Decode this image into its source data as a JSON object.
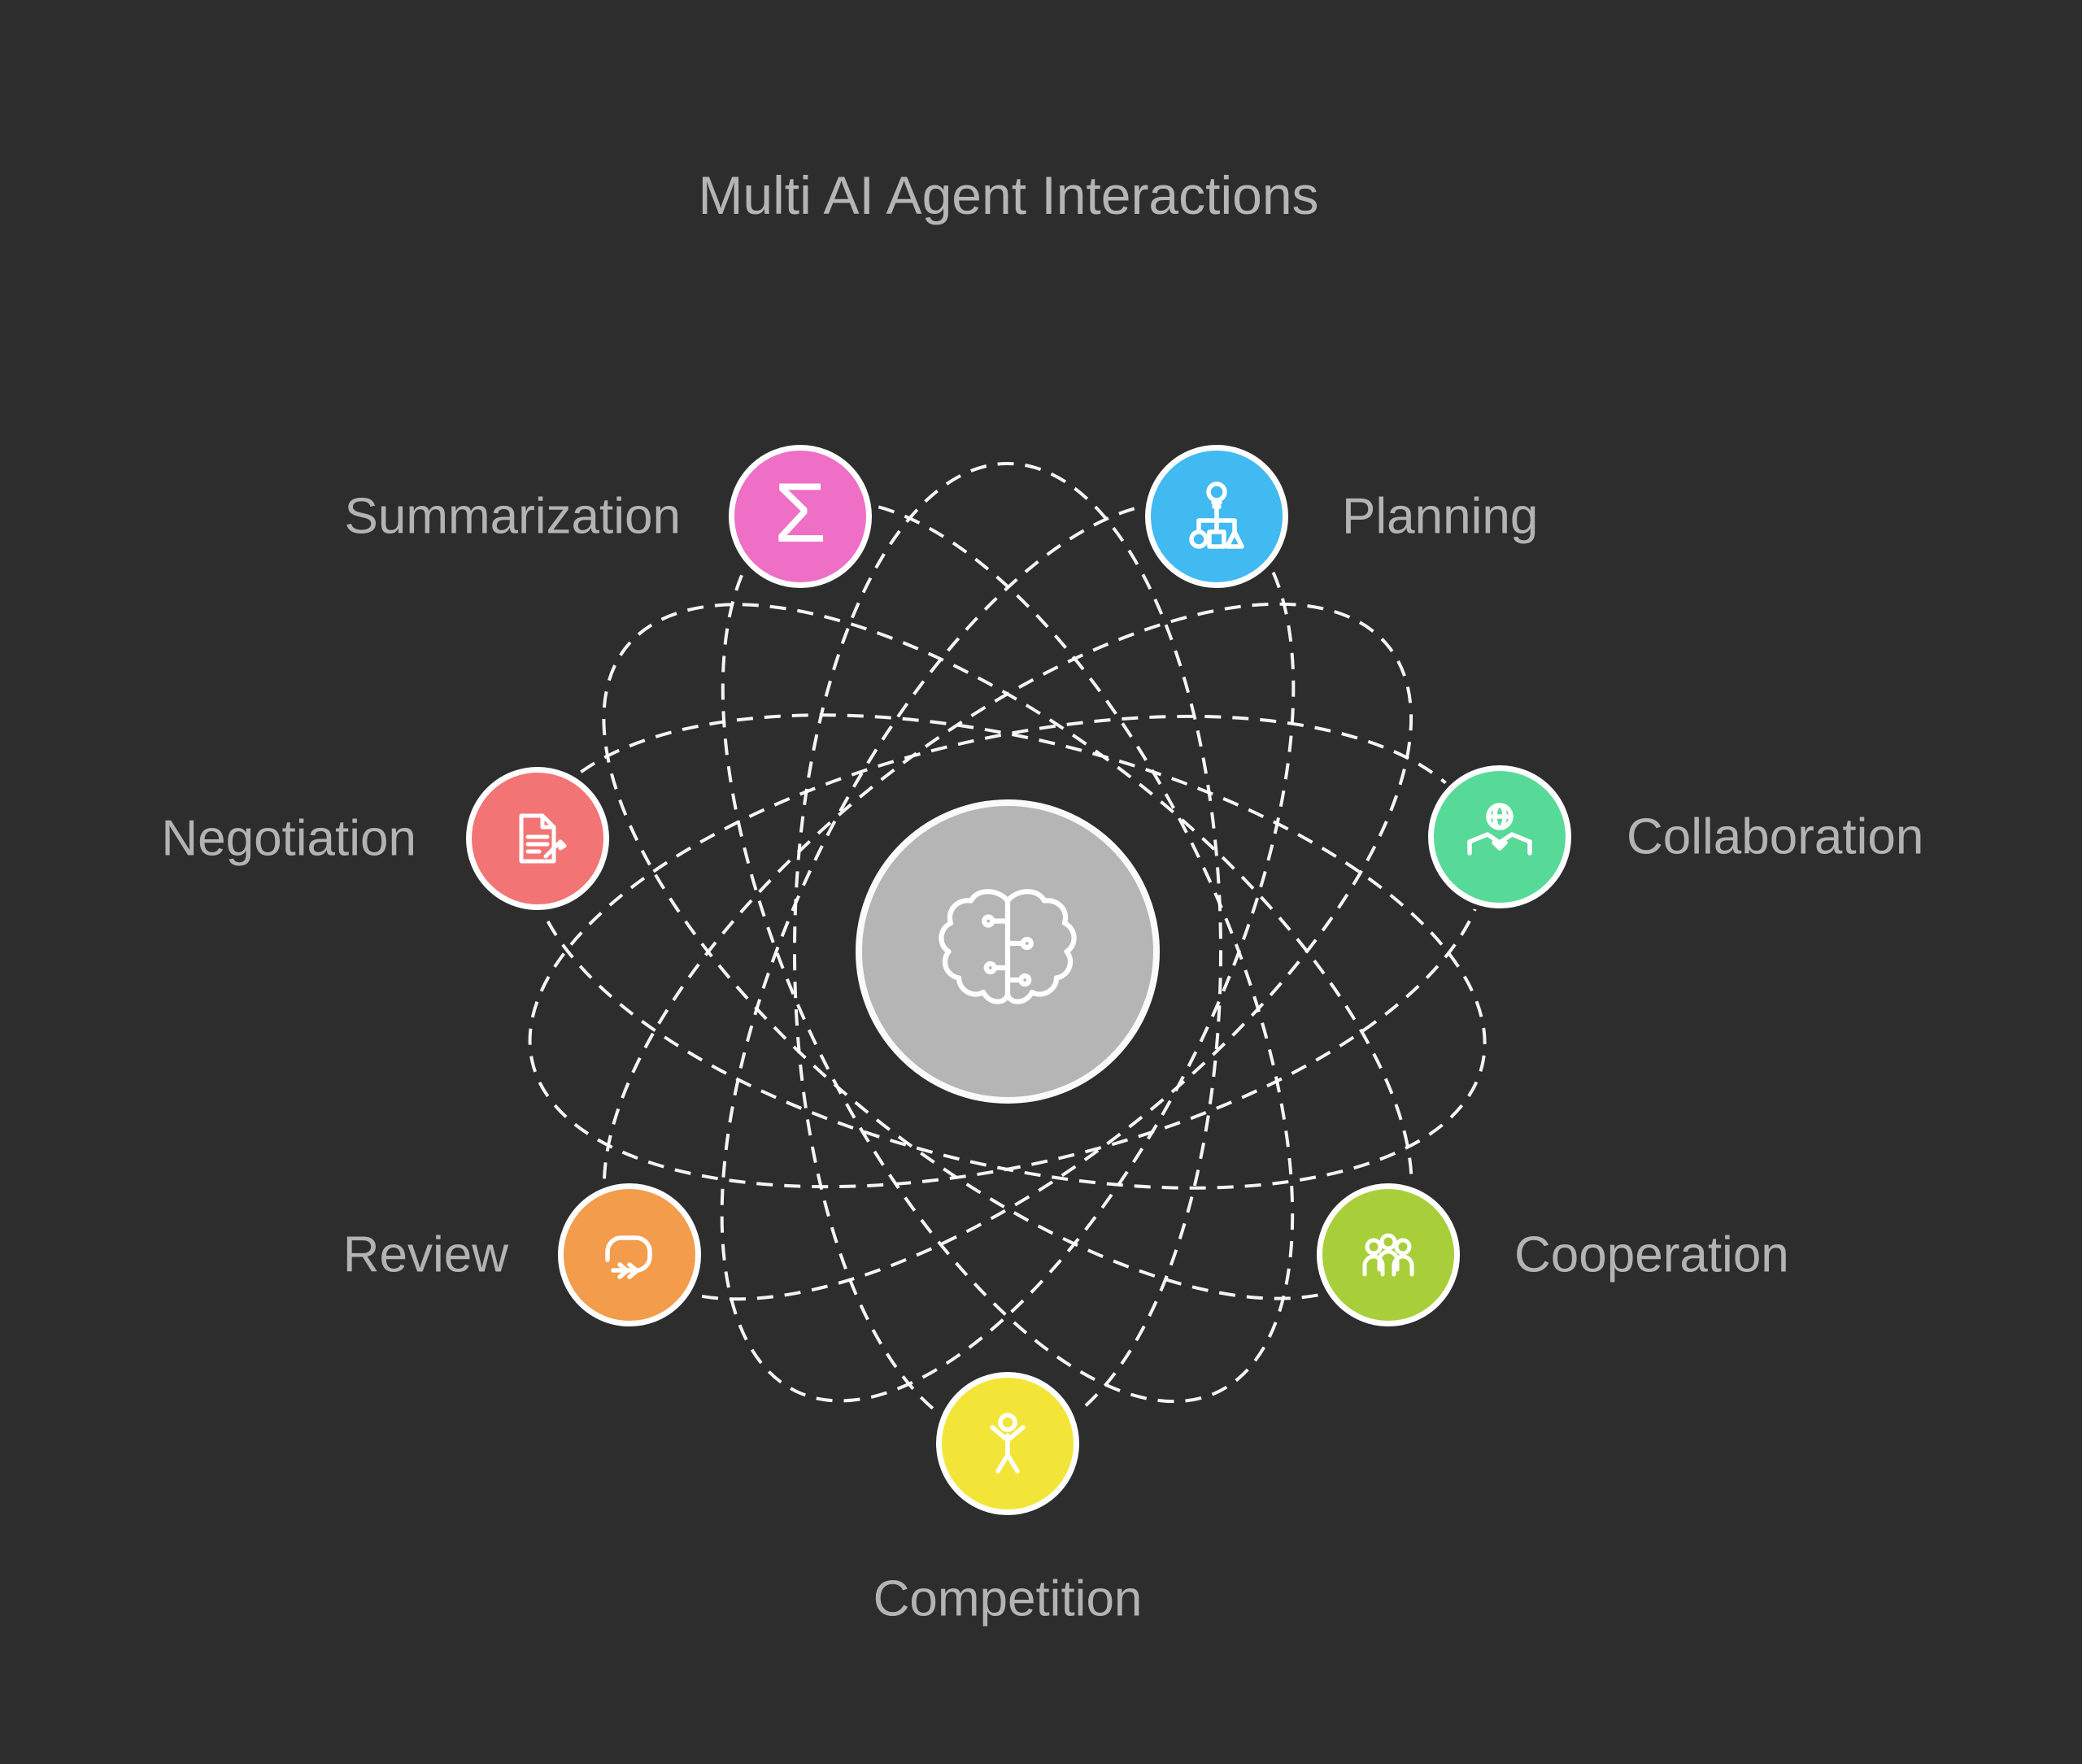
{
  "title": "Multi AI Agent Interactions",
  "center": {
    "icon": "brain-circuit-icon",
    "fill_color": "#b5b5b5"
  },
  "nodes": [
    {
      "label": "Summarization",
      "icon": "sigma-icon",
      "glyph": "Σ",
      "color": "#ee6fc5"
    },
    {
      "label": "Planning",
      "icon": "strategy-flowchart-icon",
      "color": "#41b9f1"
    },
    {
      "label": "Collaboration",
      "icon": "handshake-globe-icon",
      "color": "#57d998"
    },
    {
      "label": "Cooperation",
      "icon": "people-group-icon",
      "color": "#a8cf3a"
    },
    {
      "label": "Competition",
      "icon": "winner-person-icon",
      "color": "#f2e537"
    },
    {
      "label": "Review",
      "icon": "cycle-arrow-icon",
      "color": "#f29c4c"
    },
    {
      "label": "Negotiation",
      "icon": "contract-pen-icon",
      "color": "#f27474"
    }
  ],
  "colors": {
    "background": "#2d2d2d",
    "label_text": "#b3b3b3",
    "orbit_stroke": "#ffffff"
  }
}
